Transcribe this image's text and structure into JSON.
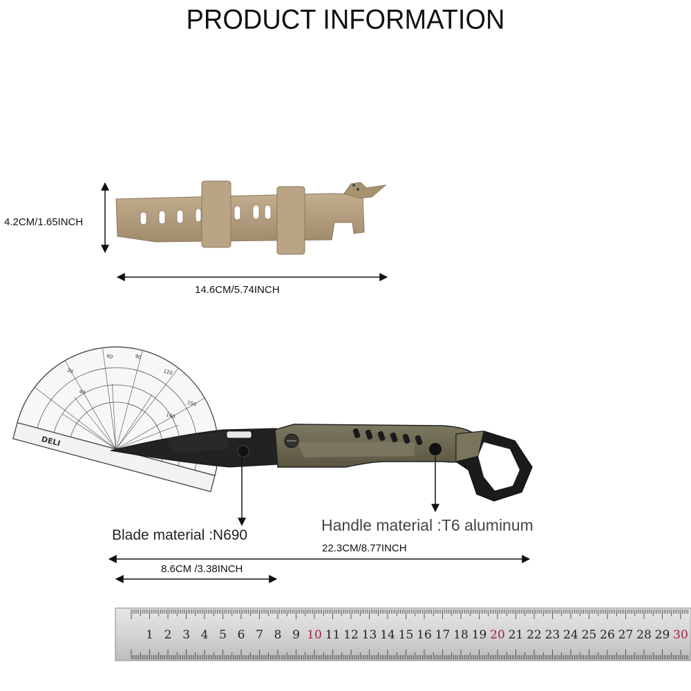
{
  "title": "PRODUCT INFORMATION",
  "sheath": {
    "height_label": "4.2CM/1.65INCH",
    "length_label": "14.6CM/5.74INCH"
  },
  "knife": {
    "blade_material": "Blade material :N690",
    "handle_material": "Handle material :T6 aluminum",
    "total_length_label": "22.3CM/8.77INCH",
    "blade_length_label": "8.6CM /3.38INCH"
  },
  "protractor": {
    "brand": "DELI"
  },
  "ruler": {
    "numbers": [
      "1",
      "2",
      "3",
      "4",
      "5",
      "6",
      "7",
      "8",
      "9",
      "10",
      "11",
      "12",
      "13",
      "14",
      "15",
      "16",
      "17",
      "18",
      "19",
      "20",
      "21",
      "22",
      "23",
      "24",
      "25",
      "26",
      "27",
      "28",
      "29",
      "30"
    ]
  },
  "colors": {
    "sheath": "#b39e7f",
    "handle": "#6f6a52",
    "blade": "#1f1f1f",
    "ruler": "#d9d9d9",
    "ruler_highlight": "#a0203a"
  }
}
